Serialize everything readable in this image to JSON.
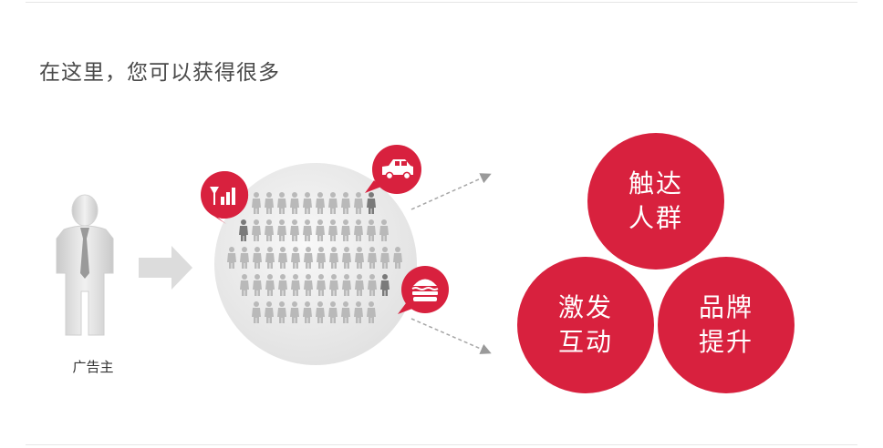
{
  "headline": "在这里，您可以获得很多",
  "advertiser": {
    "label": "广告主"
  },
  "benefits": [
    {
      "line1": "触达",
      "line2": "人群"
    },
    {
      "line1": "激发",
      "line2": "互动"
    },
    {
      "line1": "品牌",
      "line2": "提升"
    }
  ],
  "colors": {
    "accent": "#d8213e",
    "text": "#4a4a4a",
    "crowd": "#b9b9b9",
    "highlight": "#7a7a7a"
  },
  "icons": [
    "businessman-icon",
    "arrow-right-icon",
    "signal-icon",
    "car-icon",
    "burger-icon"
  ]
}
